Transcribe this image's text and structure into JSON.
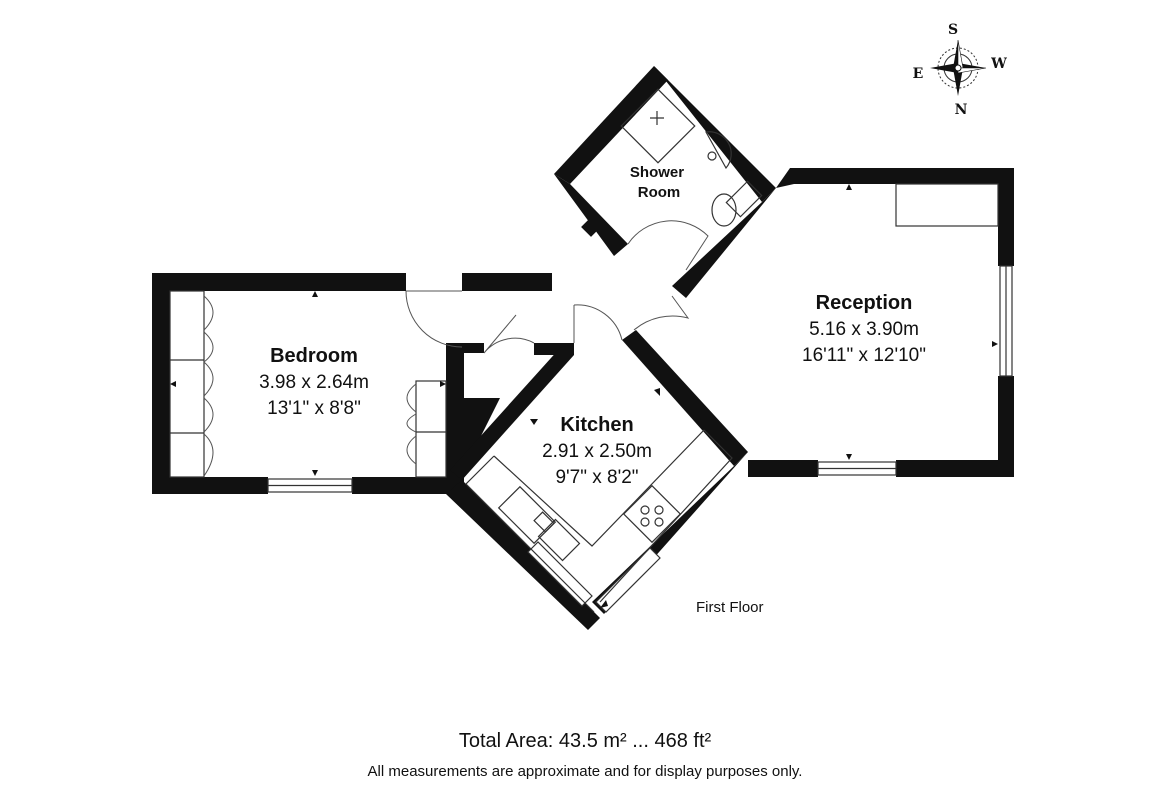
{
  "rooms": {
    "bedroom": {
      "name": "Bedroom",
      "metric": "3.98 x 2.64m",
      "imperial": "13'1\" x 8'8\""
    },
    "reception": {
      "name": "Reception",
      "metric": "5.16 x 3.90m",
      "imperial": "16'11\" x 12'10\""
    },
    "kitchen": {
      "name": "Kitchen",
      "metric": "2.91 x 2.50m",
      "imperial": "9'7\" x 8'2\""
    },
    "shower_room": {
      "name_line1": "Shower",
      "name_line2": "Room"
    }
  },
  "floor_label": "First Floor",
  "compass": {
    "top": "S",
    "right": "W",
    "left": "E",
    "bottom": "N"
  },
  "footer": {
    "total_area": "Total Area: 43.5 m² ... 468 ft²",
    "disclaimer": "All measurements are approximate and for display purposes only."
  }
}
